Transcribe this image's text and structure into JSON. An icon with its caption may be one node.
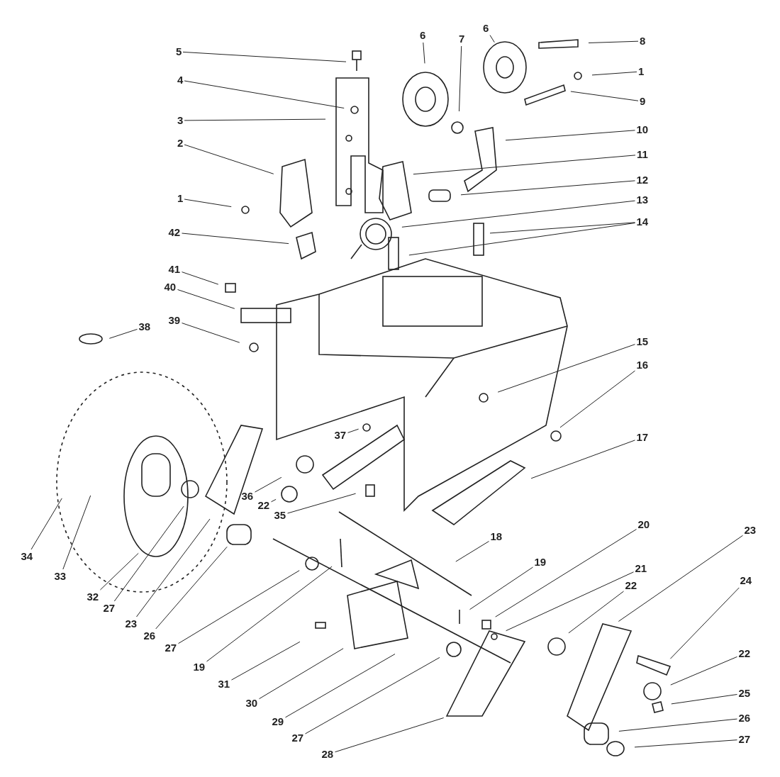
{
  "diagram": {
    "nodes": [
      {
        "text": [
          "5"
        ]
      },
      {
        "text": [
          "4"
        ]
      },
      {
        "text": [
          "3"
        ]
      },
      {
        "text": [
          "2"
        ]
      },
      {
        "text": [
          "1"
        ]
      },
      {
        "text": [
          "42"
        ]
      },
      {
        "text": [
          "41"
        ]
      },
      {
        "text": [
          "40"
        ]
      },
      {
        "text": [
          "39"
        ]
      },
      {
        "text": [
          "38"
        ]
      },
      {
        "text": [
          "6"
        ]
      },
      {
        "text": [
          "7"
        ]
      },
      {
        "text": [
          "6"
        ]
      },
      {
        "text": [
          "8"
        ]
      },
      {
        "text": [
          "1"
        ]
      },
      {
        "text": [
          "9"
        ]
      },
      {
        "text": [
          "10"
        ]
      },
      {
        "text": [
          "11"
        ]
      },
      {
        "text": [
          "12"
        ]
      },
      {
        "text": [
          "13"
        ]
      },
      {
        "text": [
          "14"
        ]
      },
      {
        "text": [
          "15"
        ]
      },
      {
        "text": [
          "16"
        ]
      },
      {
        "text": [
          "17"
        ]
      },
      {
        "text": [
          "37"
        ]
      },
      {
        "text": [
          "36"
        ]
      },
      {
        "text": [
          "22"
        ]
      },
      {
        "text": [
          "35"
        ]
      },
      {
        "text": [
          "34"
        ]
      },
      {
        "text": [
          "33"
        ]
      },
      {
        "text": [
          "32"
        ]
      },
      {
        "text": [
          "27"
        ]
      },
      {
        "text": [
          "23"
        ]
      },
      {
        "text": [
          "26"
        ]
      },
      {
        "text": [
          "27"
        ]
      },
      {
        "text": [
          "19"
        ]
      },
      {
        "text": [
          "31"
        ]
      },
      {
        "text": [
          "30"
        ]
      },
      {
        "text": [
          "29"
        ]
      },
      {
        "text": [
          "27"
        ]
      },
      {
        "text": [
          "28"
        ]
      },
      {
        "text": [
          "18"
        ]
      },
      {
        "text": [
          "19"
        ]
      },
      {
        "text": [
          "20"
        ]
      },
      {
        "text": [
          "21"
        ]
      },
      {
        "text": [
          "22"
        ]
      },
      {
        "text": [
          "23"
        ]
      },
      {
        "text": [
          "24"
        ]
      },
      {
        "text": [
          "22"
        ]
      },
      {
        "text": [
          "25"
        ]
      },
      {
        "text": [
          "26"
        ]
      },
      {
        "text": [
          "27"
        ]
      }
    ],
    "edges": [
      {
        "from": 0,
        "to": null,
        "arrow": "none"
      },
      {
        "from": 1,
        "to": null,
        "arrow": "none"
      },
      {
        "from": 2,
        "to": null,
        "arrow": "none"
      },
      {
        "from": 3,
        "to": null,
        "arrow": "none"
      },
      {
        "from": 4,
        "to": null,
        "arrow": "none"
      },
      {
        "from": 5,
        "to": null,
        "arrow": "none"
      },
      {
        "from": 6,
        "to": null,
        "arrow": "none"
      },
      {
        "from": 7,
        "to": null,
        "arrow": "none"
      },
      {
        "from": 8,
        "to": null,
        "arrow": "none"
      },
      {
        "from": 9,
        "to": null,
        "arrow": "none"
      },
      {
        "from": 10,
        "to": null,
        "arrow": "none"
      },
      {
        "from": 11,
        "to": null,
        "arrow": "none"
      },
      {
        "from": 12,
        "to": null,
        "arrow": "none"
      },
      {
        "from": 13,
        "to": null,
        "arrow": "none"
      },
      {
        "from": 14,
        "to": null,
        "arrow": "none"
      },
      {
        "from": 15,
        "to": null,
        "arrow": "none"
      },
      {
        "from": 16,
        "to": null,
        "arrow": "none"
      },
      {
        "from": 17,
        "to": null,
        "arrow": "none"
      },
      {
        "from": 18,
        "to": null,
        "arrow": "none"
      },
      {
        "from": 19,
        "to": null,
        "arrow": "none"
      },
      {
        "from": 20,
        "to": null,
        "arrow": "none"
      },
      {
        "from": 20,
        "to": null,
        "arrow": "none"
      },
      {
        "from": 21,
        "to": null,
        "arrow": "none"
      },
      {
        "from": 22,
        "to": null,
        "arrow": "none"
      },
      {
        "from": 23,
        "to": null,
        "arrow": "none"
      },
      {
        "from": 24,
        "to": null,
        "arrow": "none"
      },
      {
        "from": 25,
        "to": null,
        "arrow": "none"
      },
      {
        "from": 26,
        "to": null,
        "arrow": "none"
      },
      {
        "from": 27,
        "to": null,
        "arrow": "none"
      },
      {
        "from": 28,
        "to": null,
        "arrow": "none"
      },
      {
        "from": 29,
        "to": null,
        "arrow": "none"
      },
      {
        "from": 30,
        "to": null,
        "arrow": "none"
      },
      {
        "from": 31,
        "to": null,
        "arrow": "none"
      },
      {
        "from": 32,
        "to": null,
        "arrow": "none"
      },
      {
        "from": 33,
        "to": null,
        "arrow": "none"
      },
      {
        "from": 34,
        "to": null,
        "arrow": "none"
      },
      {
        "from": 35,
        "to": null,
        "arrow": "none"
      },
      {
        "from": 36,
        "to": null,
        "arrow": "none"
      },
      {
        "from": 37,
        "to": null,
        "arrow": "none"
      },
      {
        "from": 38,
        "to": null,
        "arrow": "none"
      },
      {
        "from": 39,
        "to": null,
        "arrow": "none"
      },
      {
        "from": 40,
        "to": null,
        "arrow": "none"
      },
      {
        "from": 41,
        "to": null,
        "arrow": "none"
      },
      {
        "from": 42,
        "to": null,
        "arrow": "none"
      },
      {
        "from": 43,
        "to": null,
        "arrow": "none"
      },
      {
        "from": 44,
        "to": null,
        "arrow": "none"
      },
      {
        "from": 45,
        "to": null,
        "arrow": "none"
      },
      {
        "from": 46,
        "to": null,
        "arrow": "none"
      },
      {
        "from": 47,
        "to": null,
        "arrow": "none"
      },
      {
        "from": 48,
        "to": null,
        "arrow": "none"
      },
      {
        "from": 49,
        "to": null,
        "arrow": "none"
      },
      {
        "from": 50,
        "to": null,
        "arrow": "none"
      },
      {
        "from": 51,
        "to": null,
        "arrow": "none"
      }
    ]
  }
}
